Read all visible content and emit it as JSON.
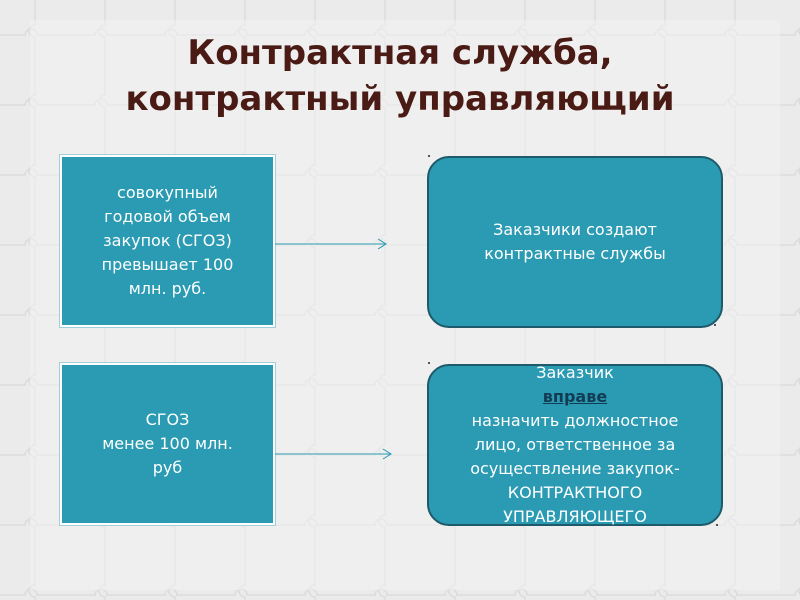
{
  "title": {
    "line1": "Контрактная служба,",
    "line2": "контрактный управляющий"
  },
  "box_top_left": {
    "lines": [
      "совокупный",
      "годовой объем",
      "закупок (СГОЗ)",
      "превышает 100",
      "млн. руб."
    ]
  },
  "box_top_right": {
    "lines": [
      "Заказчики создают",
      "контрактные службы"
    ]
  },
  "box_bottom_left": {
    "lines": [
      "СГОЗ",
      "менее 100 млн.",
      "руб"
    ]
  },
  "box_bottom_right": {
    "line1_prefix": "Заказчик ",
    "line1_emphasis": "вправе",
    "lines": [
      "назначить должностное",
      "лицо, ответственное за",
      "осуществление закупок-",
      "КОНТРАКТНОГО",
      "УПРАВЛЯЮЩЕГО"
    ]
  },
  "colors": {
    "box_fill": "#2a9bb2",
    "title_text": "#4a1a14",
    "emphasis_text": "#123c54",
    "arrow": "#2a9bb2"
  }
}
